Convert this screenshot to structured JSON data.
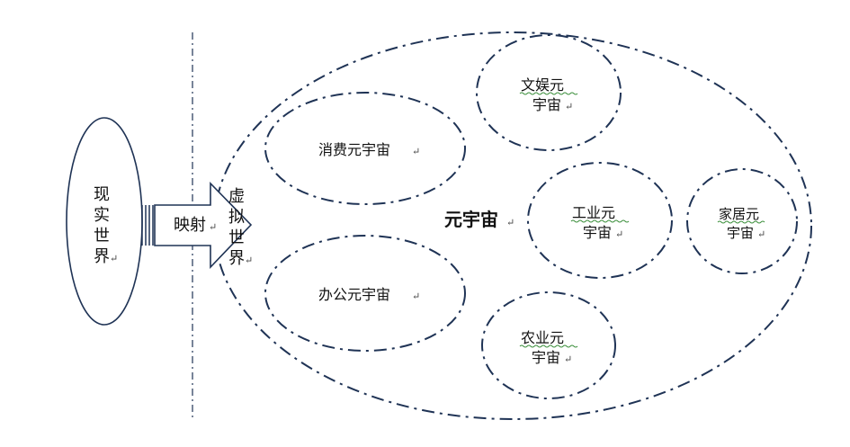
{
  "real_world": {
    "label_lines": [
      "现",
      "实",
      "世",
      "界"
    ]
  },
  "mapping": {
    "label": "映射"
  },
  "virtual_world": {
    "label_lines": [
      "虚",
      "拟",
      "世",
      "界"
    ]
  },
  "metaverse": {
    "label": "元宇宙"
  },
  "sub_universes": {
    "consumer": {
      "label": "消费元宇宙"
    },
    "office": {
      "label": "办公元宇宙"
    },
    "entertainment": {
      "label_lines": [
        "文娱元",
        "宇宙"
      ]
    },
    "industry": {
      "label_lines": [
        "工业元",
        "宇宙"
      ]
    },
    "home": {
      "label_lines": [
        "家居元",
        "宇宙"
      ]
    },
    "agriculture": {
      "label_lines": [
        "农业元",
        "宇宙"
      ]
    }
  },
  "paragraph_mark": "↵",
  "colors": {
    "outline": "#1f3355",
    "divider": "#1f3355",
    "text": "#111111"
  }
}
